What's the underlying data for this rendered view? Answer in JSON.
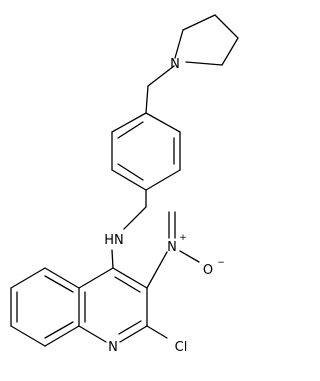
{
  "molecule": {
    "atoms": {
      "pyrrolidine_n": "N",
      "amine_nh": "HN",
      "nitro_n": "N",
      "nitro_plus": "+",
      "nitro_o": "O",
      "nitro_minus": "−",
      "ring_n": "N",
      "chloro": "Cl"
    }
  }
}
